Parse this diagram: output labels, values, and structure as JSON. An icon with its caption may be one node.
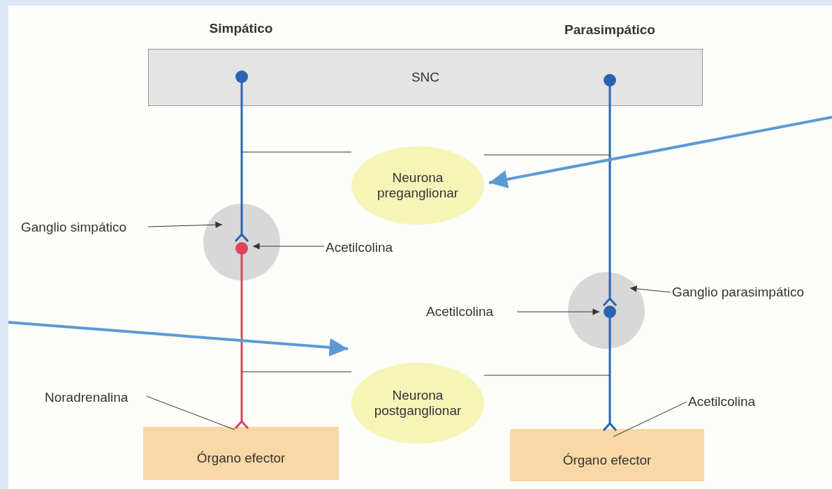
{
  "diagram": {
    "nodes": [
      {
        "text": [
          "SNC"
        ]
      },
      {
        "text": [
          "Neurona preganglionar"
        ]
      },
      {
        "text": [
          "Neurona postganglionar"
        ]
      },
      {
        "text": [
          "Órgano efector"
        ]
      },
      {
        "text": [
          "Órgano efector"
        ]
      },
      {
        "text": [
          "Ganglio simpático"
        ]
      },
      {
        "text": [],
        "shape": "circle"
      },
      {
        "text": [
          "Acetilcolina"
        ]
      },
      {
        "text": [
          "Ganglio parasimpático"
        ]
      },
      {
        "text": [],
        "shape": "circle"
      },
      {
        "text": [
          "Acetilcolina"
        ]
      },
      {
        "text": [
          "Noradrenalina"
        ]
      },
      {
        "text": [
          "Acetilcolina"
        ]
      }
    ],
    "edges": [
      {
        "from": 0,
        "to": 6,
        "arrow": "other",
        "style": "thick",
        "color": "#2a64b0"
      },
      {
        "from": 6,
        "to": 3,
        "arrow": "other",
        "style": "thick",
        "color": "#e0435c"
      },
      {
        "from": 0,
        "to": 9,
        "arrow": "other",
        "style": "thick",
        "color": "#2a64b0"
      },
      {
        "from": 9,
        "to": 4,
        "arrow": "other",
        "style": "thick",
        "color": "#2a64b0"
      },
      {
        "from": 1,
        "to": null,
        "arrow": "none"
      },
      {
        "from": 1,
        "to": null,
        "arrow": "none"
      },
      {
        "from": 2,
        "to": null,
        "arrow": "none"
      },
      {
        "from": 2,
        "to": null,
        "arrow": "none"
      },
      {
        "from": 5,
        "to": 6,
        "arrow": "to"
      },
      {
        "from": 7,
        "to": 6,
        "arrow": "to"
      },
      {
        "from": 8,
        "to": 9,
        "arrow": "to"
      },
      {
        "from": 10,
        "to": 9,
        "arrow": "to"
      },
      {
        "from": 11,
        "to": 3,
        "arrow": "none"
      },
      {
        "from": 12,
        "to": 4,
        "arrow": "none"
      },
      {
        "from": null,
        "to": 1,
        "arrow": "to",
        "style": "thick",
        "color": "#5b9bd5"
      },
      {
        "from": null,
        "to": 2,
        "arrow": "to",
        "style": "thick",
        "color": "#5b9bd5"
      }
    ],
    "labels": [
      "Simpático",
      "Parasimpático"
    ]
  }
}
